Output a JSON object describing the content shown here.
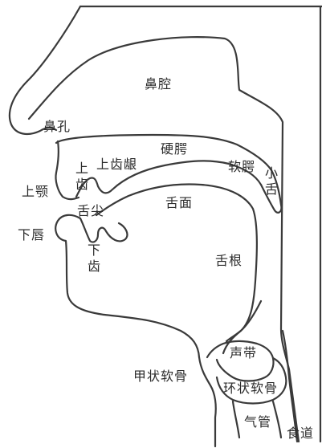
{
  "labels": {
    "nasal_cavity": "鼻腔",
    "nostril": "鼻孔",
    "hard_palate": "硬腭",
    "alveolar_ridge": "上齿龈",
    "soft_palate": "软腭",
    "upper_lip": "上颚",
    "tongue_blade": "舌面",
    "tongue_tip": "舌尖",
    "lower_lip": "下唇",
    "tongue_root": "舌根",
    "vocal_cords": "声带",
    "thyroid_cartilage": "甲状软骨",
    "cricoid_cartilage": "环状软骨",
    "trachea": "气管",
    "esophagus": "食道",
    "upper_teeth": "上齿",
    "uvula": "小舌",
    "lower_teeth": "下齿"
  },
  "colors": {
    "outline": "#3a3a3a",
    "text": "#2b2b2b",
    "background": "#ffffff"
  }
}
